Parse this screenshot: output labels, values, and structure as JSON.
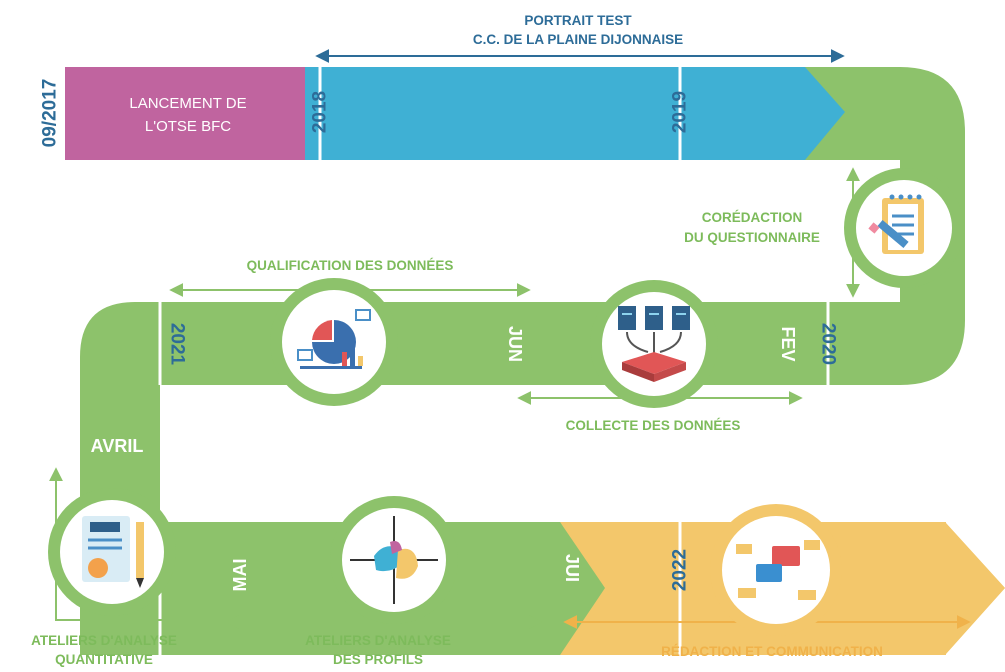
{
  "launch": {
    "date": "09/2017",
    "line1": "LANCEMENT DE",
    "line2": "L'OTSE BFC"
  },
  "portrait": {
    "line1": "PORTRAIT TEST",
    "line2": "C.C. DE LA PLAINE DIJONNAISE"
  },
  "years": {
    "y2018": "2018",
    "y2019": "2019",
    "y2020": "2020",
    "y2021": "2021",
    "y2022": "2022"
  },
  "months": {
    "fev": "FEV",
    "jun": "JUN",
    "avril": "AVRIL",
    "mai": "MAI",
    "jui": "JUI"
  },
  "phases": {
    "coredaction_1": "CORÉDACTION",
    "coredaction_2": "DU QUESTIONNAIRE",
    "qualification": "QUALIFICATION DES DONNÉES",
    "collecte": "COLLECTE DES DONNÉES",
    "quantitative_1": "ATELIERS D'ANALYSE",
    "quantitative_2": "QUANTITATIVE",
    "profils_1": "ATELIERS D'ANALYSE",
    "profils_2": "DES PROFILS",
    "redaction": "RÉDACTION ET COMMUNICATION"
  },
  "icons": {
    "questionnaire": "notepad-pencil-icon",
    "qualification": "charts-analysis-icon",
    "collecte": "documents-collect-icon",
    "quantitative": "report-clipboard-icon",
    "profils": "profile-map-icon",
    "redaction": "chat-bubbles-icon"
  },
  "colors": {
    "green": "#8dc26b",
    "blue": "#3fb0d4",
    "magenta": "#c0649f",
    "orange": "#f3c76b",
    "text_blue": "#2d6c98",
    "text_green": "#7dbb5b"
  }
}
